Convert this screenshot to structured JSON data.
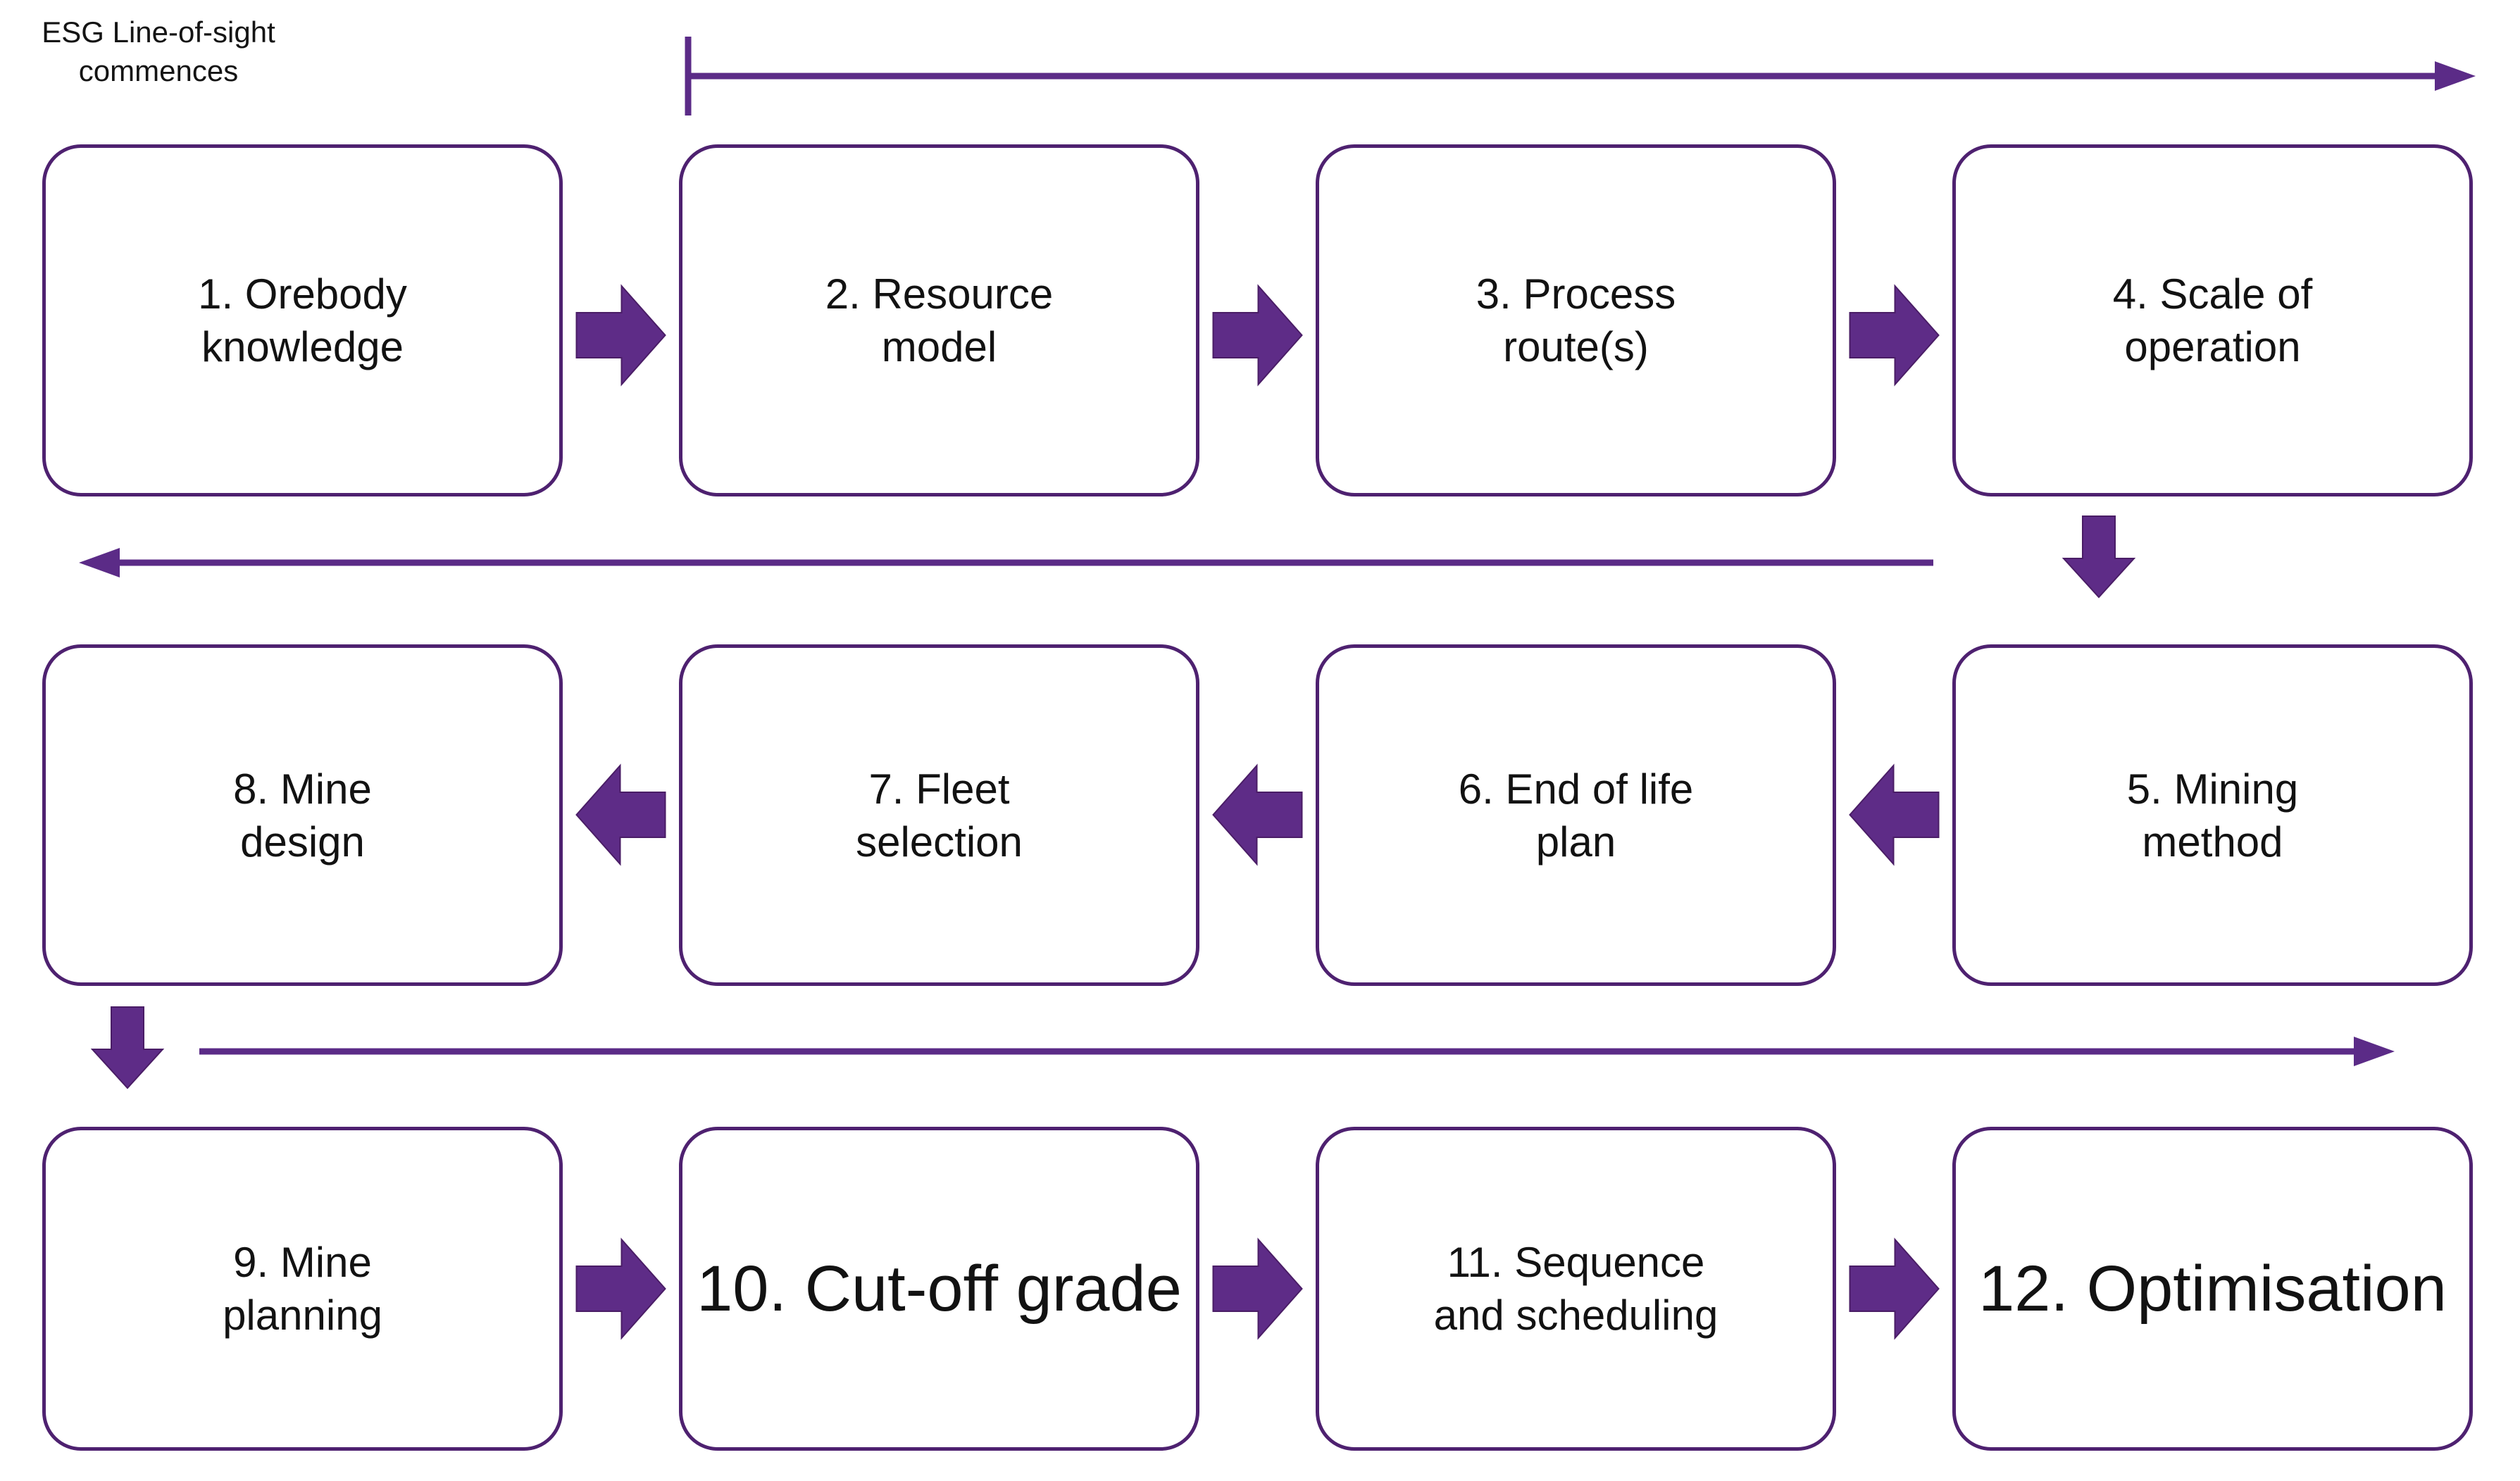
{
  "note": {
    "line1": "ESG Line-of-sight",
    "line2": "commences"
  },
  "colors": {
    "box_border": "#4e2170",
    "block_arrow_fill": "#5e2c87",
    "block_arrow_edge": "#4a1d66",
    "line_arrow": "#5b2b87",
    "text": "#121212",
    "background": "#ffffff"
  },
  "steps": [
    {
      "id": 1,
      "label": "1. Orebody knowledge",
      "lines": [
        "1. Orebody",
        "knowledge"
      ],
      "row": 1,
      "col": 1,
      "large": false
    },
    {
      "id": 2,
      "label": "2. Resource model",
      "lines": [
        "2. Resource",
        "model"
      ],
      "row": 1,
      "col": 2,
      "large": false
    },
    {
      "id": 3,
      "label": "3. Process route(s)",
      "lines": [
        "3. Process",
        "route(s)"
      ],
      "row": 1,
      "col": 3,
      "large": false
    },
    {
      "id": 4,
      "label": "4. Scale of operation",
      "lines": [
        "4. Scale of",
        "operation"
      ],
      "row": 1,
      "col": 4,
      "large": false
    },
    {
      "id": 5,
      "label": "5. Mining method",
      "lines": [
        "5. Mining",
        "method"
      ],
      "row": 2,
      "col": 4,
      "large": false
    },
    {
      "id": 6,
      "label": "6. End of life plan",
      "lines": [
        "6. End of life",
        "plan"
      ],
      "row": 2,
      "col": 3,
      "large": false
    },
    {
      "id": 7,
      "label": "7. Fleet selection",
      "lines": [
        "7. Fleet",
        "selection"
      ],
      "row": 2,
      "col": 2,
      "large": false
    },
    {
      "id": 8,
      "label": "8. Mine design",
      "lines": [
        "8. Mine",
        "design"
      ],
      "row": 2,
      "col": 1,
      "large": false
    },
    {
      "id": 9,
      "label": "9. Mine planning",
      "lines": [
        "9. Mine",
        "planning"
      ],
      "row": 3,
      "col": 1,
      "large": false
    },
    {
      "id": 10,
      "label": "10. Cut-off grade",
      "lines": [
        "10. Cut-off grade"
      ],
      "row": 3,
      "col": 2,
      "large": true
    },
    {
      "id": 11,
      "label": "11. Sequence and scheduling",
      "lines": [
        "11. Sequence",
        "and scheduling"
      ],
      "row": 3,
      "col": 3,
      "large": false
    },
    {
      "id": 12,
      "label": "12. Optimisation",
      "lines": [
        "12. Optimisation"
      ],
      "row": 3,
      "col": 4,
      "large": true
    }
  ],
  "connectors": {
    "long_arrows": [
      {
        "name": "esg-timeline-arrow",
        "direction": "right",
        "has_start_tick": true
      },
      {
        "name": "return-to-row2-arrow",
        "direction": "left",
        "has_start_tick": false
      },
      {
        "name": "continue-to-row3-arrow",
        "direction": "right",
        "has_start_tick": false
      }
    ],
    "step_arrows": [
      {
        "from": 1,
        "to": 2,
        "direction": "right"
      },
      {
        "from": 2,
        "to": 3,
        "direction": "right"
      },
      {
        "from": 3,
        "to": 4,
        "direction": "right"
      },
      {
        "from": 4,
        "to": 5,
        "direction": "down"
      },
      {
        "from": 5,
        "to": 6,
        "direction": "left"
      },
      {
        "from": 6,
        "to": 7,
        "direction": "left"
      },
      {
        "from": 7,
        "to": 8,
        "direction": "left"
      },
      {
        "from": 8,
        "to": 9,
        "direction": "down"
      },
      {
        "from": 9,
        "to": 10,
        "direction": "right"
      },
      {
        "from": 10,
        "to": 11,
        "direction": "right"
      },
      {
        "from": 11,
        "to": 12,
        "direction": "right"
      }
    ]
  }
}
